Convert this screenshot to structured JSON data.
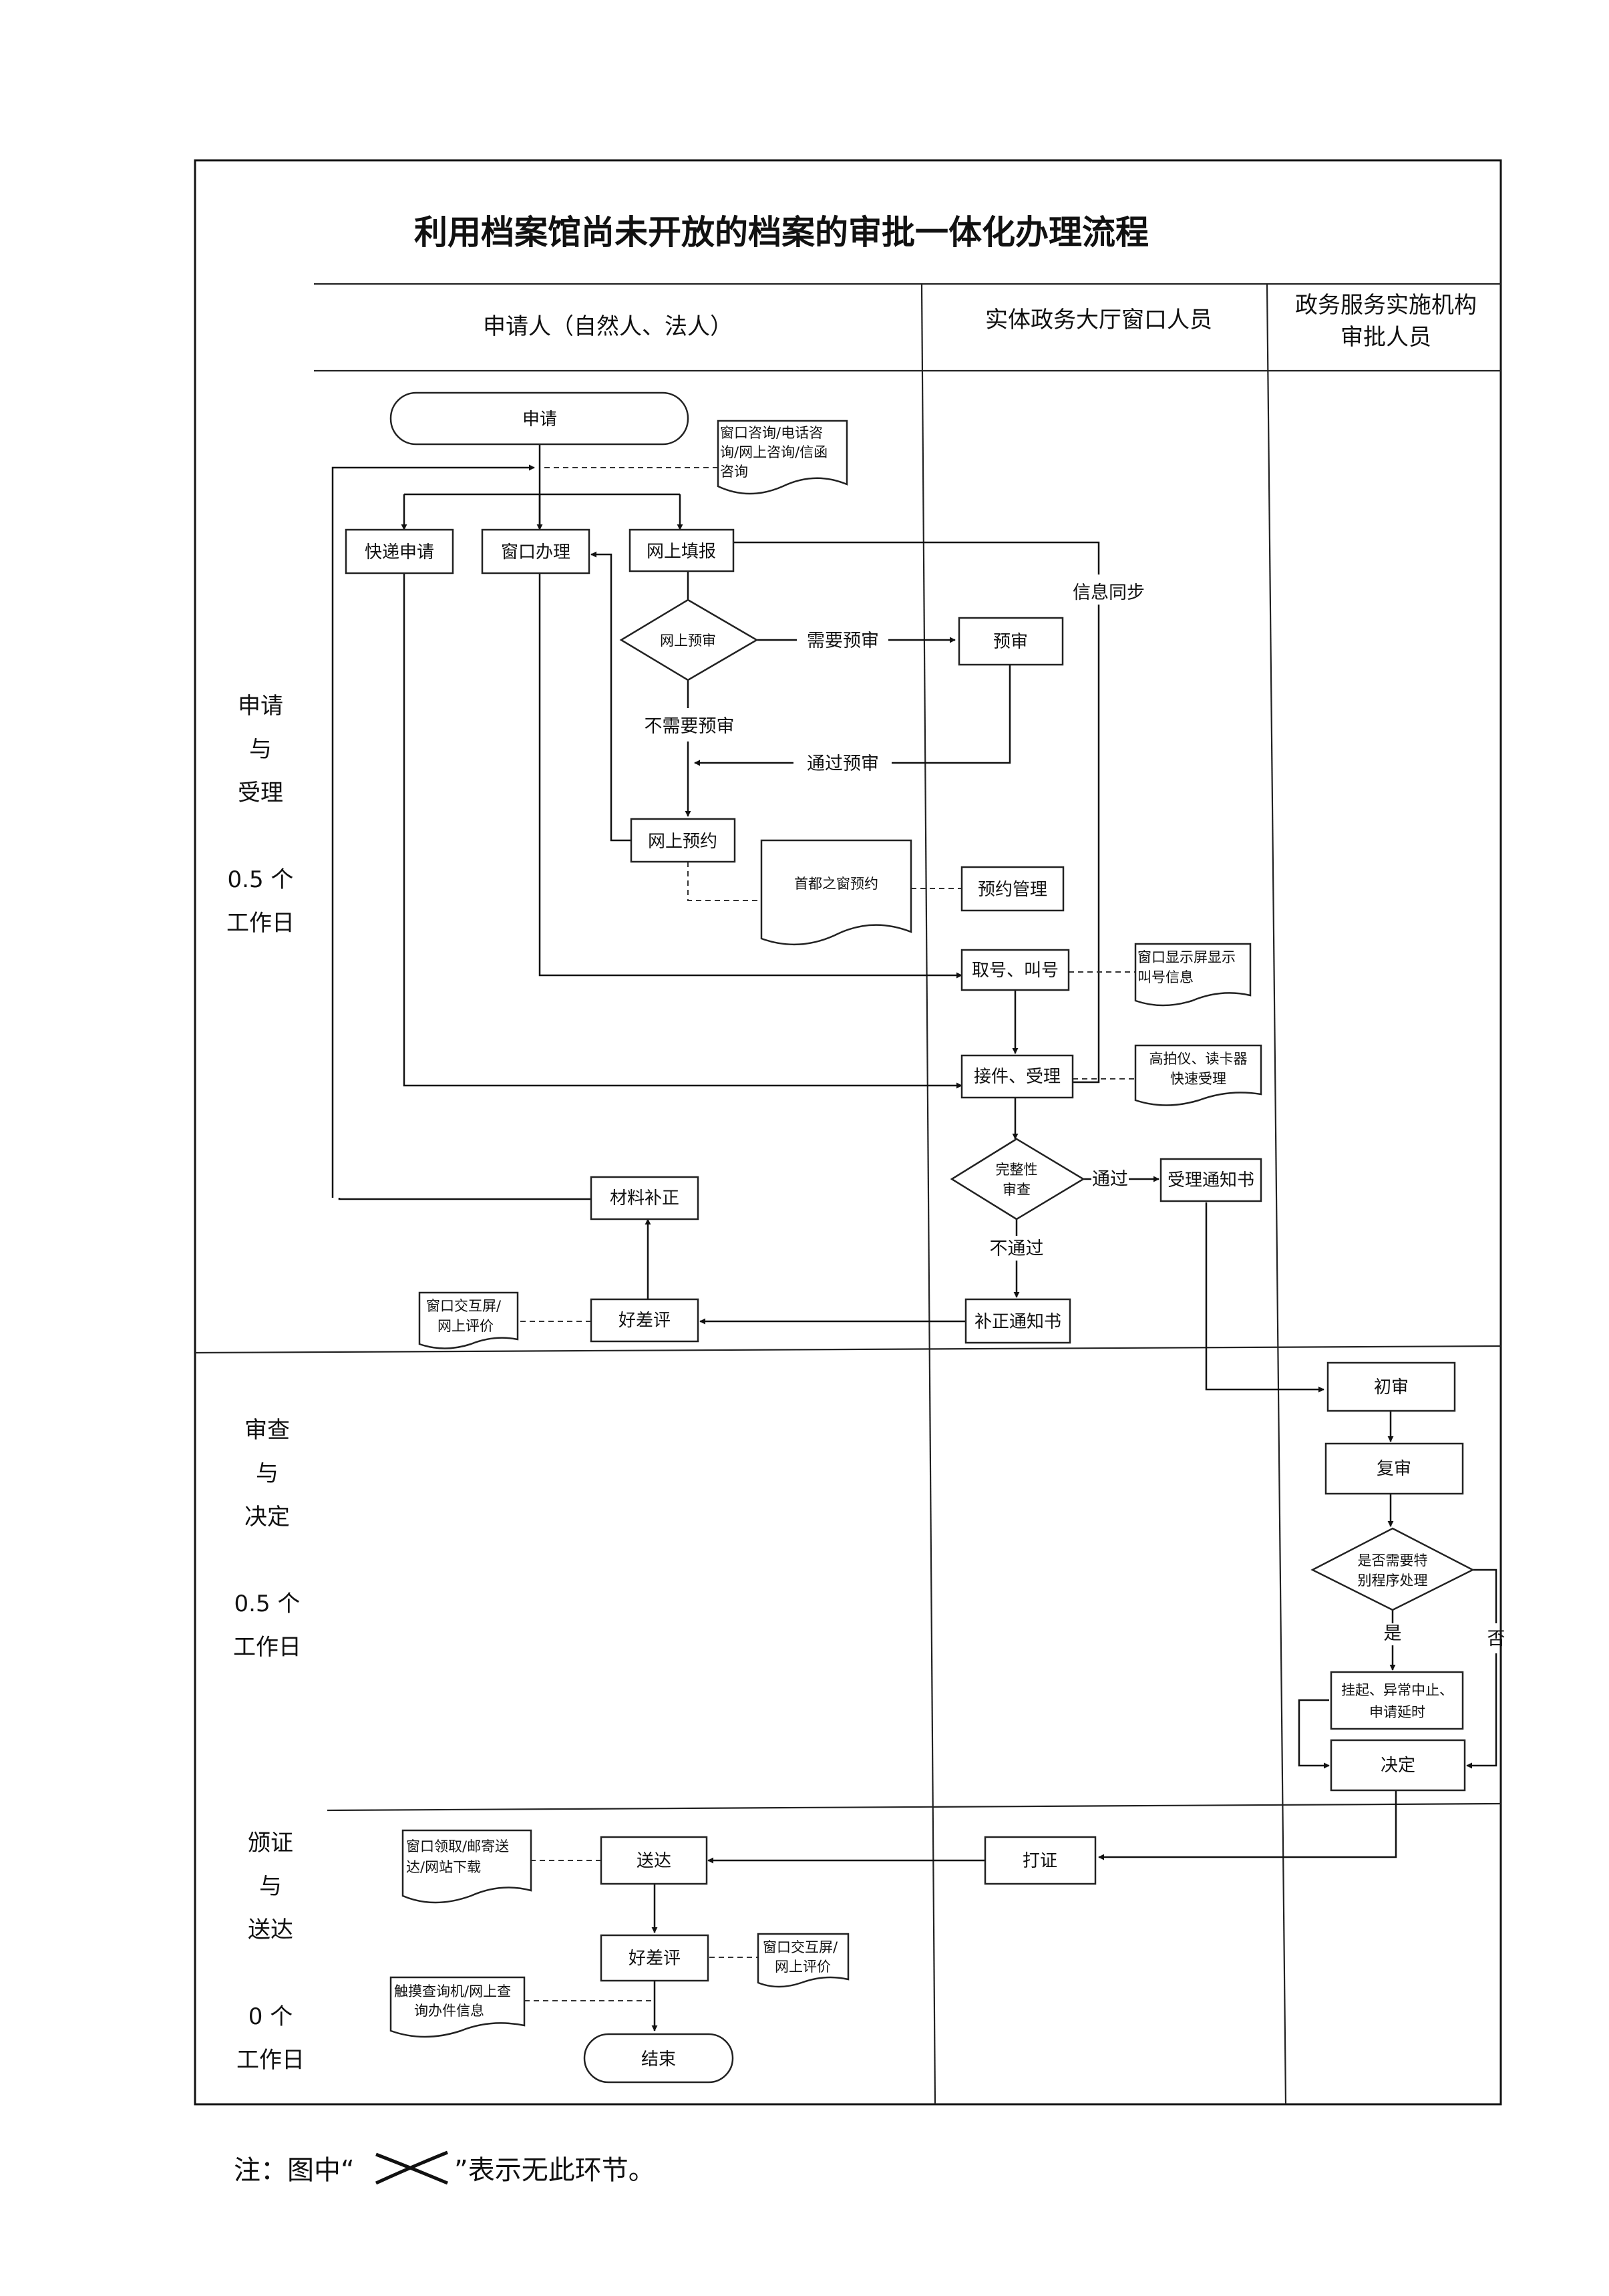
{
  "title": "利用档案馆尚未开放的档案的审批一体化办理流程",
  "lanes": {
    "applicant": "申请人（自然人、法人）",
    "window_staff": "实体政务大厅窗口人员",
    "approver_line1": "政务服务实施机构",
    "approver_line2": "审批人员"
  },
  "phases": {
    "p1": {
      "line1": "申请",
      "line2": "与",
      "line3": "受理",
      "days": "0.5 个",
      "unit": "工作日"
    },
    "p2": {
      "line1": "审查",
      "line2": "与",
      "line3": "决定",
      "days": "0.5 个",
      "unit": "工作日"
    },
    "p3": {
      "line1": "颁证",
      "line2": "与",
      "line3": "送达",
      "days": "0 个",
      "unit": "工作日"
    }
  },
  "nodes": {
    "apply": "申请",
    "consult_doc_l1": "窗口咨询/电话咨",
    "consult_doc_l2": "询/网上咨询/信函",
    "consult_doc_l3": "咨询",
    "express_apply": "快递申请",
    "window_handle": "窗口办理",
    "online_fill": "网上填报",
    "online_pre_review": "网上预审",
    "pre_review": "预审",
    "online_booking": "网上预约",
    "capital_window_booking": "首都之窗预约",
    "booking_mgmt": "预约管理",
    "take_number": "取号、叫号",
    "screen_doc_l1": "窗口显示屏显示",
    "screen_doc_l2": "叫号信息",
    "receive_accept": "接件、受理",
    "scanner_doc_l1": "高拍仪、读卡器",
    "scanner_doc_l2": "快速受理",
    "completeness_l1": "完整性",
    "completeness_l2": "审查",
    "accept_notice": "受理通知书",
    "material_supplement": "材料补正",
    "supplement_notice": "补正通知书",
    "rating1": "好差评",
    "eval_doc1_l1": "窗口交互屏/",
    "eval_doc1_l2": "网上评价",
    "first_review": "初审",
    "re_review": "复审",
    "special_l1": "是否需要特",
    "special_l2": "别程序处理",
    "suspend_l1": "挂起、异常中止、",
    "suspend_l2": "申请延时",
    "decision": "决定",
    "print_cert": "打证",
    "deliver": "送达",
    "deliver_doc_l1": "窗口领取/邮寄送",
    "deliver_doc_l2": "达/网站下载",
    "rating2": "好差评",
    "eval_doc2_l1": "窗口交互屏/",
    "eval_doc2_l2": "网上评价",
    "query_doc_l1": "触摸查询机/网上查",
    "query_doc_l2": "询办件信息",
    "end": "结束"
  },
  "edge_labels": {
    "need_pre_review": "需要预审",
    "no_pre_review": "不需要预审",
    "passed_pre_review": "通过预审",
    "info_sync": "信息同步",
    "pass": "通过",
    "fail": "不通过",
    "yes": "是",
    "no": "否"
  },
  "note": {
    "prefix": "注：图中“",
    "suffix": "”表示无此环节。"
  }
}
